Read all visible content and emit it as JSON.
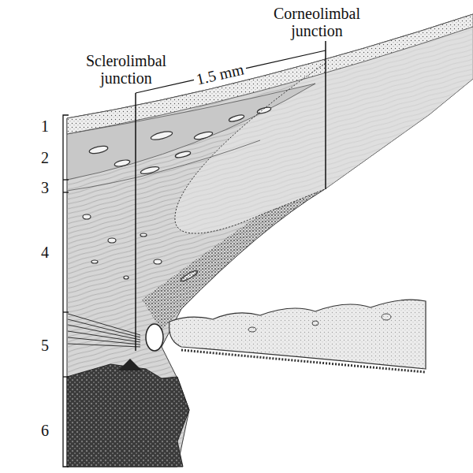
{
  "diagram": {
    "labels": [
      "Corneolimbal junction",
      "Sclerolimbal junction",
      "1.5 mm",
      "1",
      "2",
      "3",
      "4",
      "5",
      "6"
    ]
  }
}
